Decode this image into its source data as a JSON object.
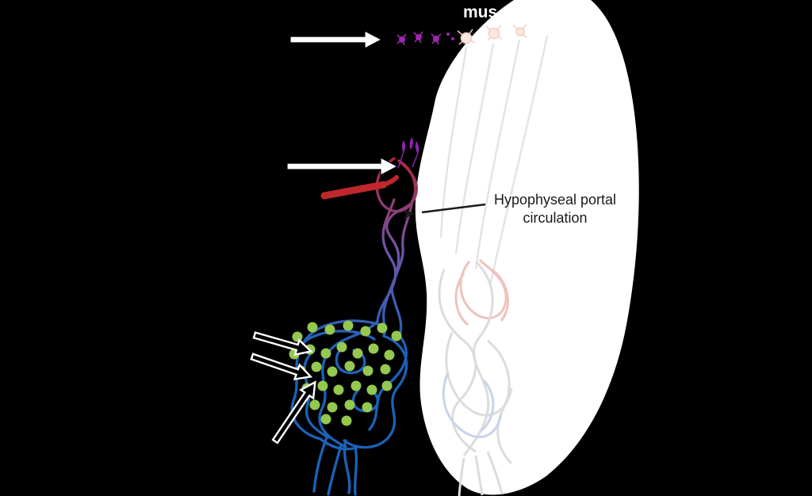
{
  "diagram": {
    "title_fragment": "mus",
    "labels": {
      "portal_line1": "Hypophyseal portal",
      "portal_line2": "circulation"
    },
    "colors": {
      "background": "#000000",
      "pituitary_fill": "#ffffff",
      "artery_red": "#c0272d",
      "vessel_red_top": "#b02437",
      "vessel_purple_mid": "#6f54a6",
      "vessel_blue_bottom": "#1a63b8",
      "hormone_green": "#94c84e",
      "neuron_purple": "#9c27b0",
      "terminal_purple": "#8e24aa",
      "faint_gray": "#dcdcdc",
      "faint_red": "#eec3bc",
      "faint_blue": "#c7d4ea",
      "faint_peach": "#fbe7de",
      "label_text": "#1a1a1a",
      "arrow_white": "#ffffff"
    },
    "hormone_dots": {
      "count": 32
    }
  }
}
